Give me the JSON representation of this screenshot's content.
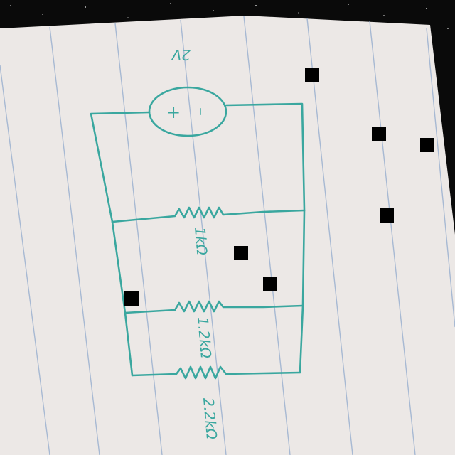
{
  "circuit": {
    "source": {
      "label": "2V",
      "polarity_plus": "+",
      "polarity_minus": "–"
    },
    "resistors": [
      {
        "id": "r1",
        "label": "1kΩ"
      },
      {
        "id": "r2",
        "label": "1.2kΩ"
      },
      {
        "id": "r3",
        "label": "2.2kΩ"
      }
    ]
  },
  "ink_color": "#3aa79f",
  "paper_color": "#ece8e6",
  "rule_color": "#9bb0cf"
}
